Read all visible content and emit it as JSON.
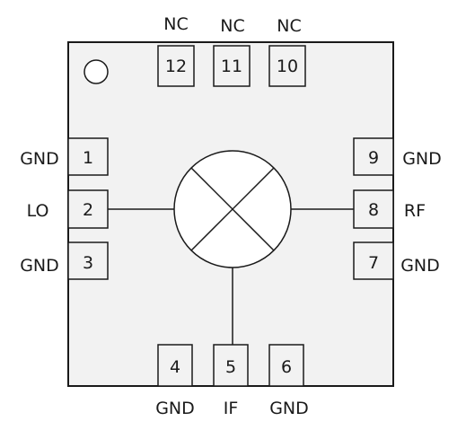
{
  "package": {
    "pins": [
      {
        "number": "1",
        "label": "GND"
      },
      {
        "number": "2",
        "label": "LO"
      },
      {
        "number": "3",
        "label": "GND"
      },
      {
        "number": "4",
        "label": "GND"
      },
      {
        "number": "5",
        "label": "IF"
      },
      {
        "number": "6",
        "label": "GND"
      },
      {
        "number": "7",
        "label": "GND"
      },
      {
        "number": "8",
        "label": "RF"
      },
      {
        "number": "9",
        "label": "GND"
      },
      {
        "number": "10",
        "label": "NC"
      },
      {
        "number": "11",
        "label": "NC"
      },
      {
        "number": "12",
        "label": "NC"
      }
    ]
  },
  "symbol": {
    "name": "mixer-icon"
  },
  "colors": {
    "stroke": "#1a1a1a",
    "body": "#f2f2f2",
    "pad": "#f2f2f2"
  }
}
